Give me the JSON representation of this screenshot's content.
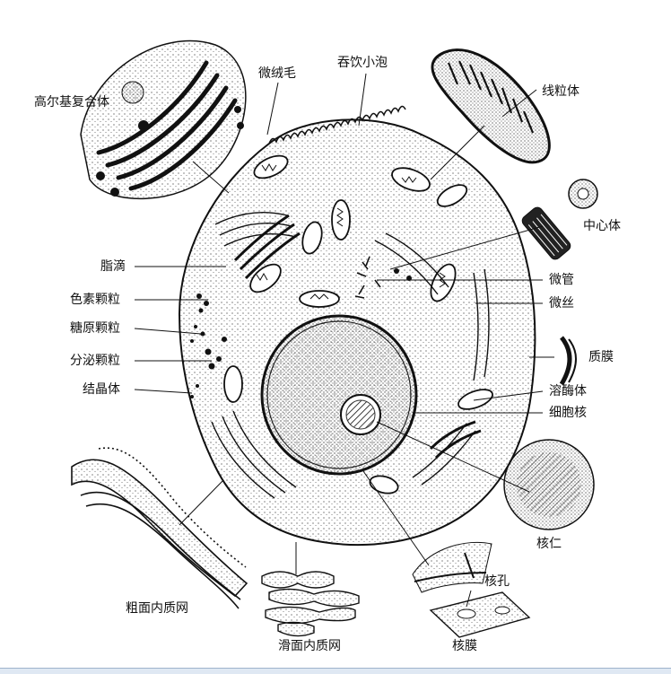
{
  "diagram": {
    "labels": {
      "golgi": "高尔基复合体",
      "microvilli": "微绒毛",
      "pinocytic_vesicle": "吞饮小泡",
      "mitochondrion": "线粒体",
      "centrosome": "中心体",
      "lipid_droplet": "脂滴",
      "microtubule": "微管",
      "pigment_granule": "色素颗粒",
      "microfilament": "微丝",
      "glycogen_granule": "糖原颗粒",
      "secretory_granule": "分泌颗粒",
      "plasma_membrane": "质膜",
      "crystalloid": "结晶体",
      "lysosome": "溶酶体",
      "nucleus": "细胞核",
      "nucleolus": "核仁",
      "rough_er": "粗面内质网",
      "nuclear_pore": "核孔",
      "smooth_er": "滑面内质网",
      "nuclear_envelope": "核膜"
    }
  }
}
